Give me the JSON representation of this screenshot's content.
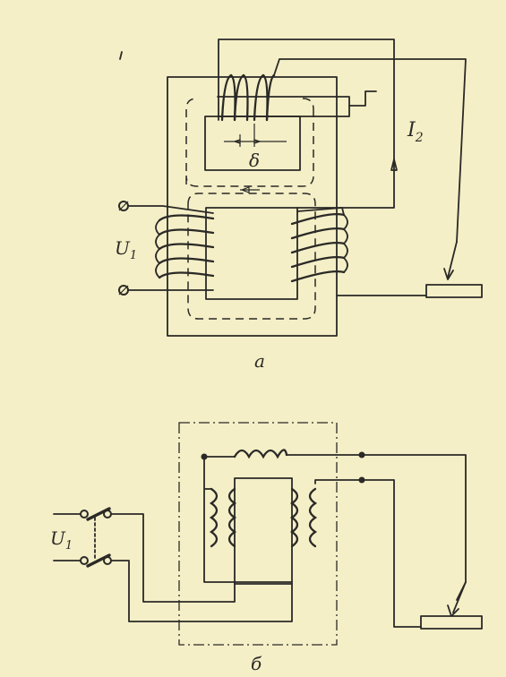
{
  "diagram_a": {
    "caption": "a",
    "label_voltage": "U",
    "label_voltage_sub": "1",
    "label_current": "I",
    "label_current_sub": "2",
    "label_gap": "δ"
  },
  "diagram_b": {
    "caption": "б",
    "label_voltage": "U",
    "label_voltage_sub": "1"
  }
}
